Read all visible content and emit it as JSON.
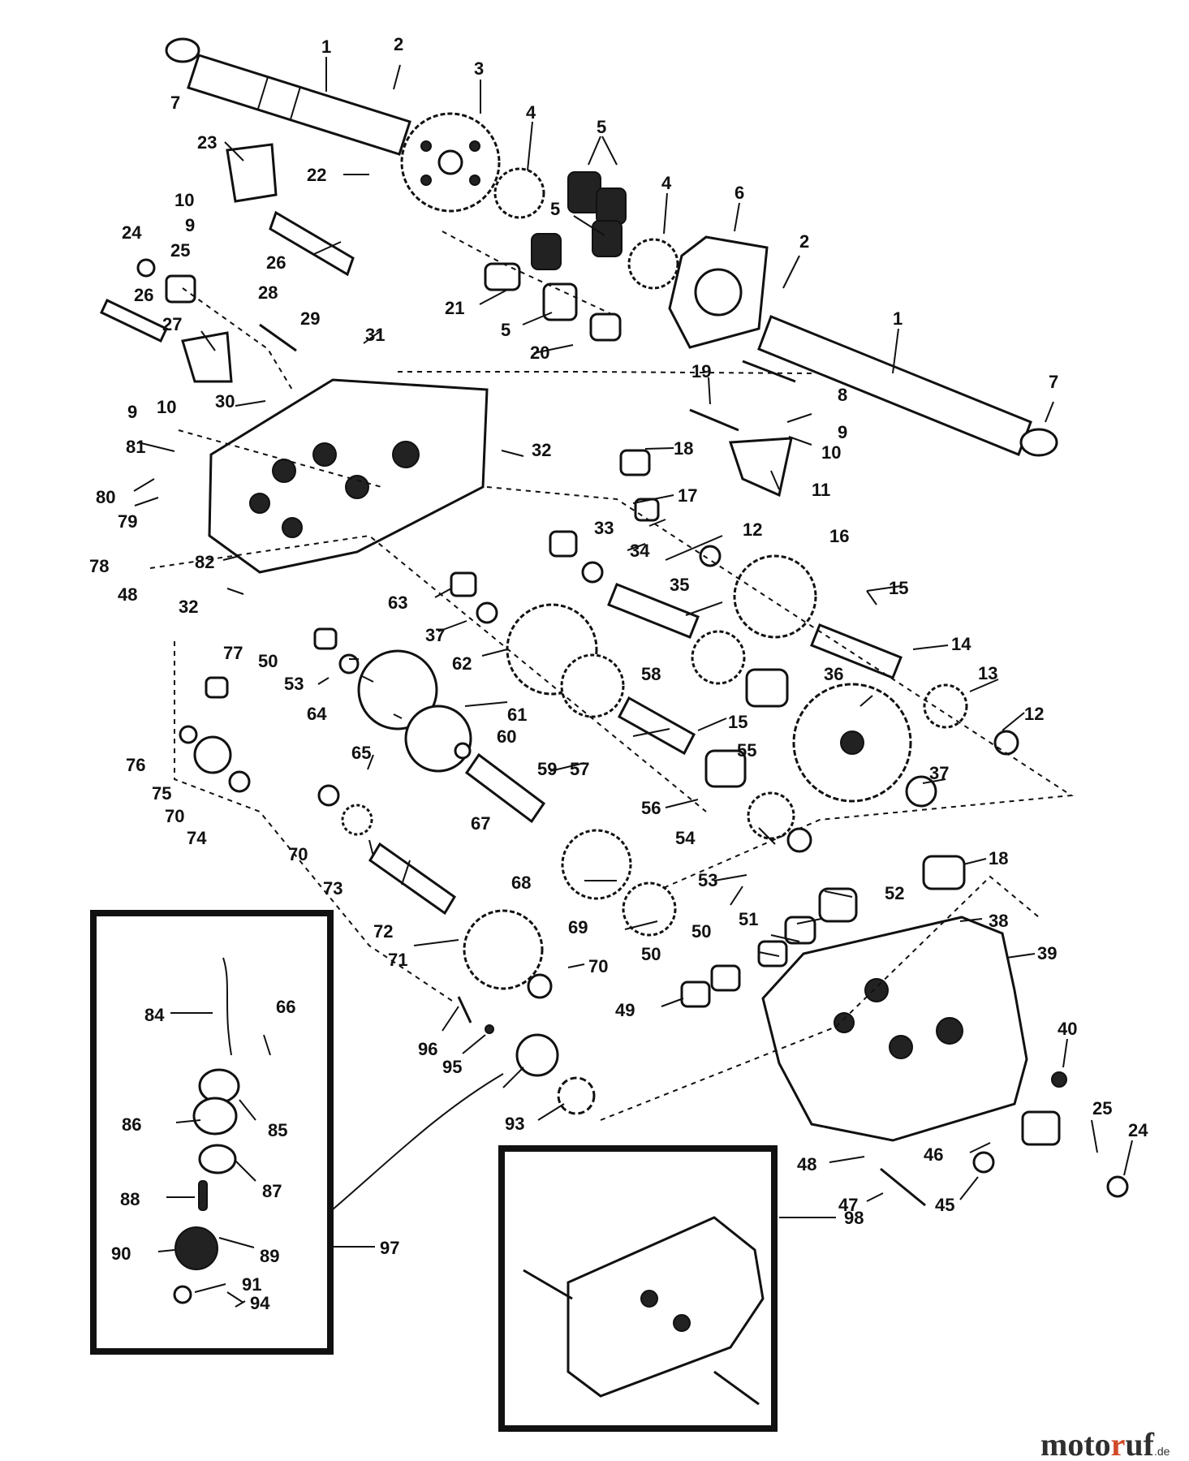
{
  "diagram": {
    "part_numbers": [
      "1",
      "2",
      "3",
      "4",
      "5",
      "6",
      "7",
      "8",
      "9",
      "10",
      "11",
      "12",
      "13",
      "14",
      "15",
      "16",
      "17",
      "18",
      "19",
      "20",
      "21",
      "22",
      "23",
      "24",
      "25",
      "26",
      "27",
      "28",
      "29",
      "30",
      "31",
      "32",
      "33",
      "34",
      "35",
      "36",
      "37",
      "38",
      "39",
      "40",
      "45",
      "46",
      "47",
      "48",
      "49",
      "50",
      "51",
      "52",
      "53",
      "54",
      "55",
      "56",
      "57",
      "58",
      "59",
      "60",
      "61",
      "62",
      "63",
      "64",
      "65",
      "66",
      "67",
      "68",
      "69",
      "70",
      "71",
      "72",
      "73",
      "74",
      "75",
      "76",
      "77",
      "78",
      "79",
      "80",
      "81",
      "82",
      "84",
      "85",
      "86",
      "87",
      "88",
      "89",
      "90",
      "91",
      "93",
      "94",
      "95",
      "96",
      "97",
      "98"
    ]
  },
  "watermark": {
    "part_a": "moto",
    "part_b": "r",
    "part_c": "uf",
    "suffix": ".de",
    "color_main": "#2f2f2f",
    "color_accent": "#d14a2a"
  }
}
